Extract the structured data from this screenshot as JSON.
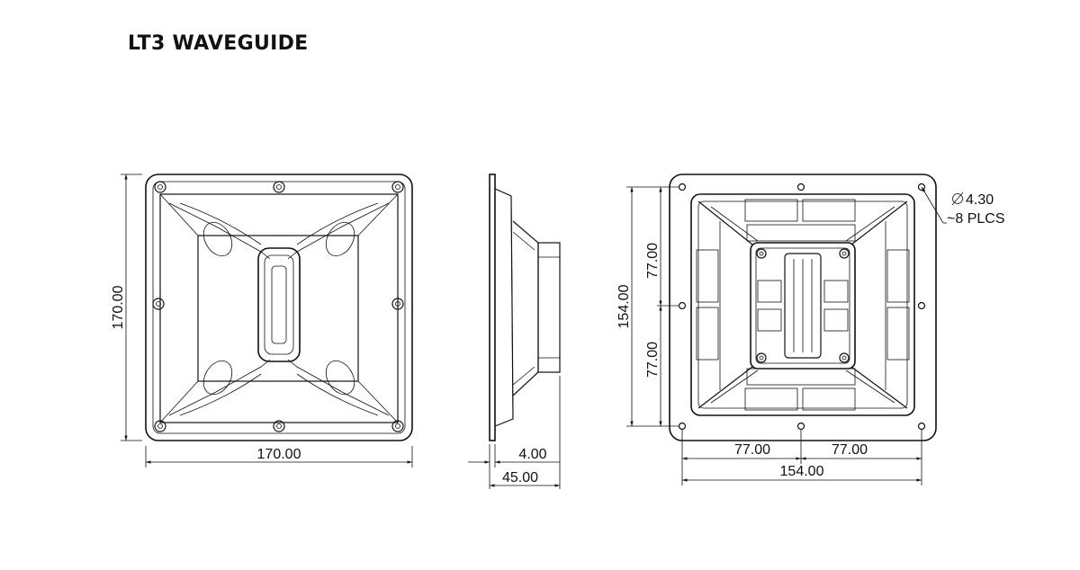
{
  "title": "LT3 WAVEGUIDE",
  "front_view": {
    "width_dim": "170.00",
    "height_dim": "170.00"
  },
  "side_view": {
    "flange_dim": "4.00",
    "depth_dim": "45.00"
  },
  "rear_view": {
    "half_width_left": "77.00",
    "half_width_right": "77.00",
    "width_dim": "154.00",
    "half_height_top": "77.00",
    "half_height_bottom": "77.00",
    "height_dim": "154.00",
    "hole_note_diameter": "4.30",
    "hole_note_count": "~8 PLCS"
  }
}
